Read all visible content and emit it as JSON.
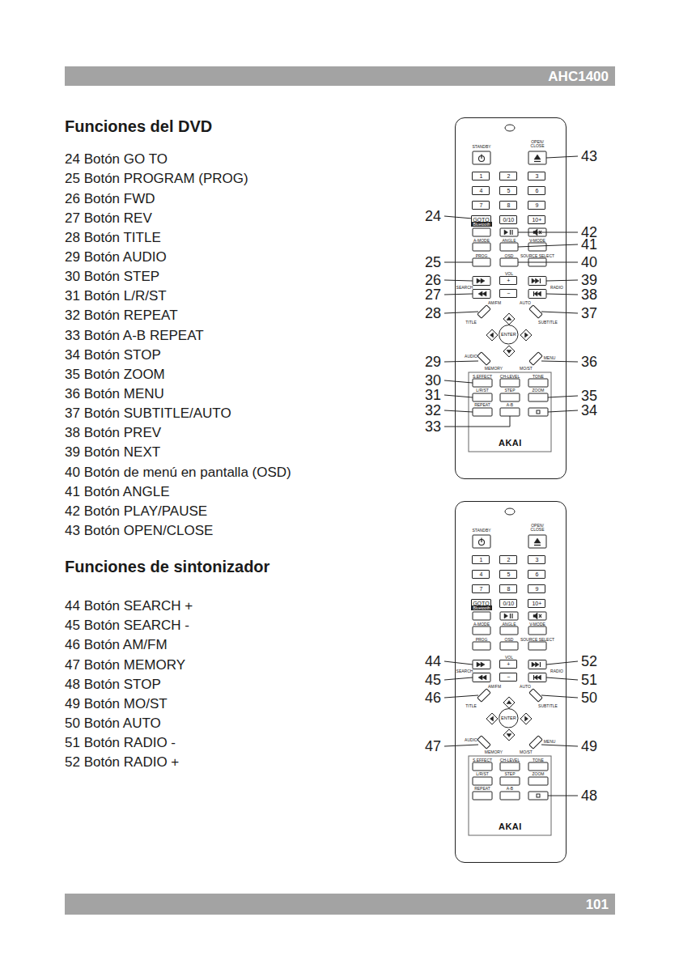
{
  "diagram": {
    "nodes": [
      {
        "text": [
          "AHC1400"
        ]
      },
      {
        "text": [
          "AKAI"
        ]
      },
      {
        "text": [
          "1"
        ],
        "in": 1
      },
      {
        "text": [
          "2"
        ],
        "in": 1
      },
      {
        "text": [
          "3"
        ],
        "in": 1
      },
      {
        "text": [
          "4"
        ],
        "in": 1
      },
      {
        "text": [
          "5"
        ],
        "in": 1
      },
      {
        "text": [
          "6"
        ],
        "in": 1
      },
      {
        "text": [
          "7"
        ],
        "in": 1
      },
      {
        "text": [
          "8"
        ],
        "in": 1
      },
      {
        "text": [
          "9"
        ],
        "in": 1
      },
      {
        "text": [
          "GOTO"
        ],
        "in": 1
      },
      {
        "text": [
          "0/10"
        ],
        "in": 1
      },
      {
        "text": [
          "10+"
        ],
        "in": 1
      },
      {
        "text": [
          "+"
        ],
        "in": 1
      },
      {
        "text": [
          "−"
        ],
        "in": 1
      },
      {
        "text": [
          "ENTER"
        ],
        "in": 1
      },
      {
        "text": [
          "AKAI"
        ]
      },
      {
        "text": [
          "1"
        ],
        "in": 17
      },
      {
        "text": [
          "2"
        ],
        "in": 17
      },
      {
        "text": [
          "3"
        ],
        "in": 17
      },
      {
        "text": [
          "4"
        ],
        "in": 17
      },
      {
        "text": [
          "5"
        ],
        "in": 17
      },
      {
        "text": [
          "6"
        ],
        "in": 17
      },
      {
        "text": [
          "7"
        ],
        "in": 17
      },
      {
        "text": [
          "8"
        ],
        "in": 17
      },
      {
        "text": [
          "9"
        ],
        "in": 17
      },
      {
        "text": [
          "GOTO"
        ],
        "in": 17
      },
      {
        "text": [
          "0/10"
        ],
        "in": 17
      },
      {
        "text": [
          "10+"
        ],
        "in": 17
      },
      {
        "text": [
          "+"
        ],
        "in": 17
      },
      {
        "text": [
          "−"
        ],
        "in": 17
      },
      {
        "text": [
          "ENTER"
        ],
        "in": 17
      },
      {
        "text": [
          "101"
        ]
      }
    ],
    "labels": [
      "Funciones del DVD",
      "24 Botón GO TO",
      "25 Botón PROGRAM (PROG)",
      "26 Botón FWD",
      "27 Botón REV",
      "28 Botón TITLE",
      "29 Botón AUDIO",
      "30 Botón STEP",
      "31 Botón L/R/ST",
      "32 Botón REPEAT",
      "33 Botón A-B REPEAT",
      "34 Botón STOP",
      "35 Botón ZOOM",
      "36 Botón MENU",
      "37 Botón SUBTITLE/AUTO",
      "38 Botón PREV",
      "39 Botón NEXT",
      "40 Botón de menú en pantalla (OSD)",
      "41 Botón ANGLE",
      "42 Botón PLAY/PAUSE",
      "43 Botón OPEN/CLOSE",
      "Funciones de sintonizador",
      "44 Botón SEARCH +",
      "45 Botón SEARCH -",
      "46 Botón AM/FM",
      "47 Botón MEMORY",
      "48 Botón STOP",
      "49 Botón MO/ST",
      "50 Botón AUTO",
      "51 Botón RADIO -",
      "52 Botón RADIO +",
      "43",
      "24",
      "42",
      "41",
      "25",
      "40",
      "26",
      "39",
      "27",
      "38",
      "28",
      "37",
      "29",
      "36",
      "30",
      "31",
      "35",
      "32",
      "34",
      "33",
      "44",
      "52",
      "45",
      "51",
      "46",
      "50",
      "47",
      "49",
      "48",
      "STANDBY",
      "OPEN/ CLOSE",
      "Bluetooth",
      "A-MODE",
      "ANGLE",
      "V-MODE",
      "PROG",
      "OSD",
      "SOURCE SELECT",
      "VOL",
      "SEARCH",
      "RADIO",
      "AM/FM",
      "TITLE",
      "AUTO",
      "SUBTITLE",
      "AUDIO",
      "MEMORY",
      "MO/ST",
      "MENU",
      "S.EFFECT",
      "CH-LEVEL",
      "TONE",
      "L/R/ST",
      "STEP",
      "ZOOM",
      "REPEAT",
      "A-B",
      "STANDBY",
      "OPEN/ CLOSE",
      "Bluetooth",
      "A-MODE",
      "ANGLE",
      "V-MODE",
      "PROG",
      "OSD",
      "SOURCE SELECT",
      "VOL",
      "SEARCH",
      "RADIO",
      "AM/FM",
      "TITLE",
      "AUTO",
      "SUBTITLE",
      "AUDIO",
      "MEMORY",
      "MO/ST",
      "MENU",
      "S.EFFECT",
      "CH-LEVEL",
      "TONE",
      "L/R/ST",
      "STEP",
      "ZOOM",
      "REPEAT",
      "A-B"
    ]
  }
}
